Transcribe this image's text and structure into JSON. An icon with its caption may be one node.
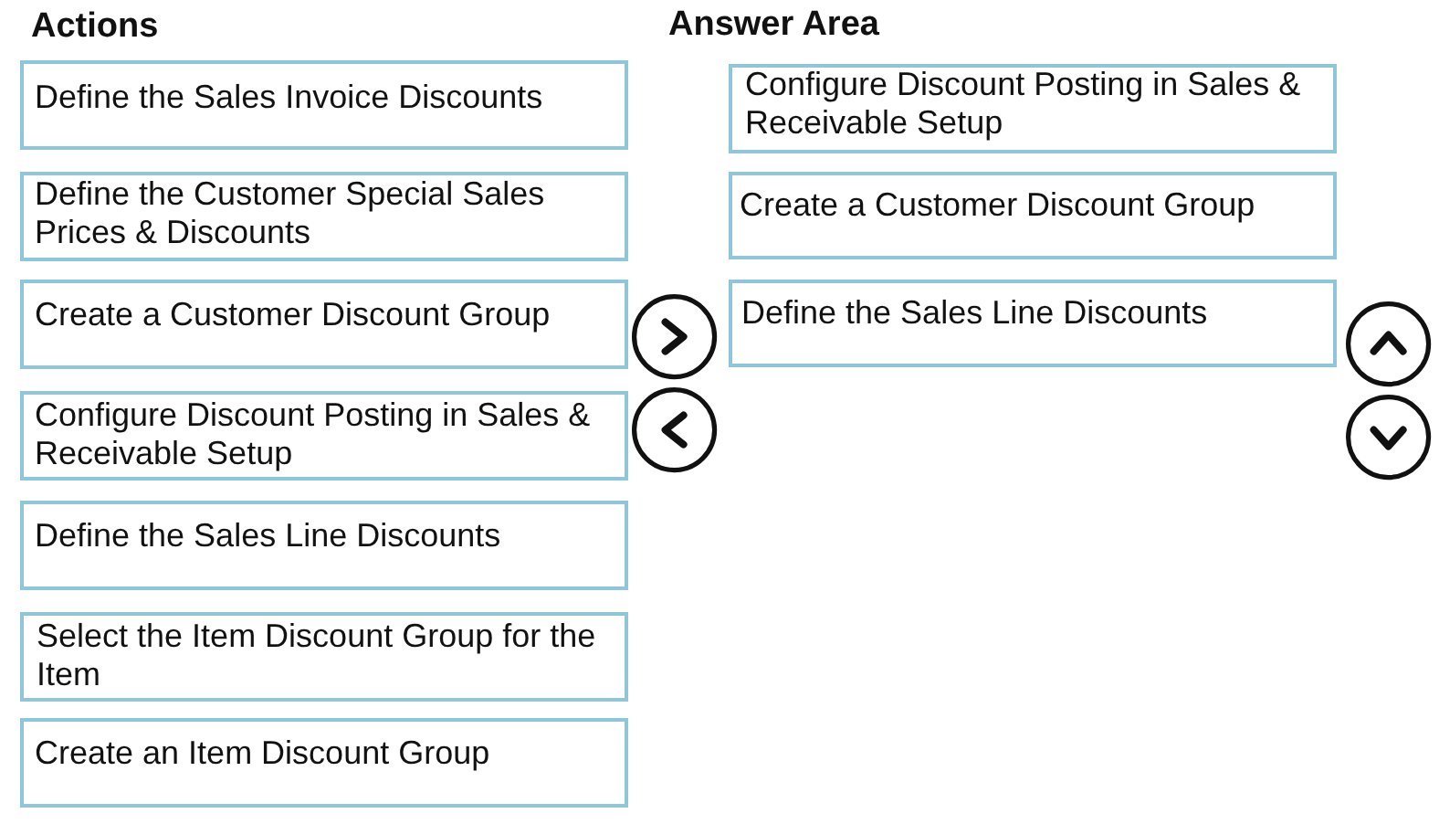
{
  "diagram": {
    "nodes": [
      {
        "text": [
          "Define the Sales Invoice Discounts"
        ]
      },
      {
        "text": [
          "Define the Customer Special Sales Prices & Discounts"
        ]
      },
      {
        "text": [
          "Create a Customer Discount Group"
        ]
      },
      {
        "text": [
          "Configure Discount Posting in Sales & Receivable Setup"
        ]
      },
      {
        "text": [
          "Define the Sales Line Discounts"
        ]
      },
      {
        "text": [
          "Select the Item Discount Group for the Item"
        ]
      },
      {
        "text": [
          "Create an Item Discount Group"
        ]
      },
      {
        "text": [
          "Configure Discount Posting in Sales & Receivable Setup"
        ]
      },
      {
        "text": [
          "Create a Customer Discount Group"
        ]
      },
      {
        "text": [
          "Define the Sales Line Discounts"
        ]
      }
    ],
    "labels": [
      "Actions",
      "Answer Area"
    ]
  }
}
